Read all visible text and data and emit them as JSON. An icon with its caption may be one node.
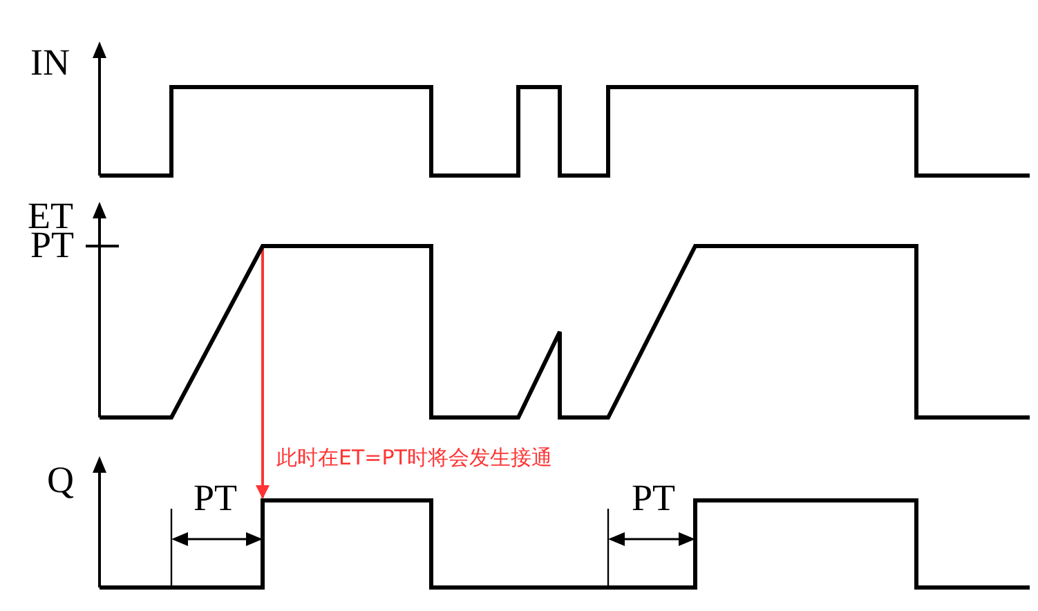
{
  "diagram": {
    "nodes": [
      {
        "text": [
          "IN"
        ]
      },
      {
        "text": [
          "ET"
        ]
      },
      {
        "text": [
          "Q"
        ]
      }
    ],
    "edges": [
      {
        "from": 1,
        "to": 2,
        "arrow": "to",
        "label": "此时在ET=PT时将会发生接通",
        "color": "#ff3333"
      }
    ],
    "labels": [
      "PT",
      "PT",
      "PT"
    ]
  }
}
